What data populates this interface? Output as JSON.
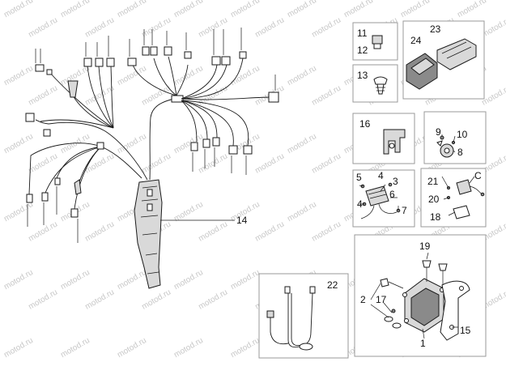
{
  "watermark": "motod.ru",
  "colors": {
    "line": "#1a1a1a",
    "panel_border": "#9a9a9a",
    "watermark": "#c8c8c8",
    "part_fill": "#d9d9d9"
  },
  "callouts": {
    "p1": "1",
    "p2": "2",
    "p3": "3",
    "p4a": "4",
    "p4b": "4",
    "p5": "5",
    "p6": "6",
    "p7": "7",
    "p8": "8",
    "p9": "9",
    "p10": "10",
    "p11": "11",
    "p12": "12",
    "p13": "13",
    "p14": "14",
    "p15": "15",
    "p16": "16",
    "p17": "17",
    "p18": "18",
    "p19": "19",
    "p20": "20",
    "p21": "21",
    "p22": "22",
    "p23": "23",
    "p24": "24",
    "pc": "C"
  }
}
